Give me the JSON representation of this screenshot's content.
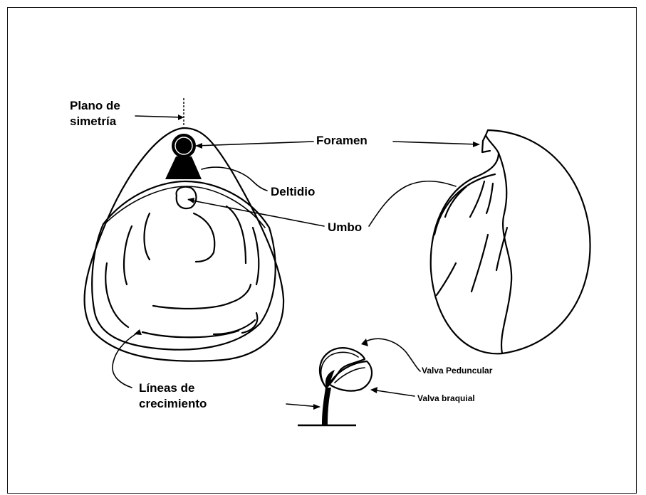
{
  "labels": {
    "plano_line1": "Plano de",
    "plano_line2": "simetría",
    "foramen": "Foramen",
    "deltidio": "Deltidio",
    "umbo": "Umbo",
    "lineas_line1": "Líneas de",
    "lineas_line2": "crecimiento",
    "valva_peduncular": "Valva Peduncular",
    "valva_braquial": "Valva braquial"
  }
}
